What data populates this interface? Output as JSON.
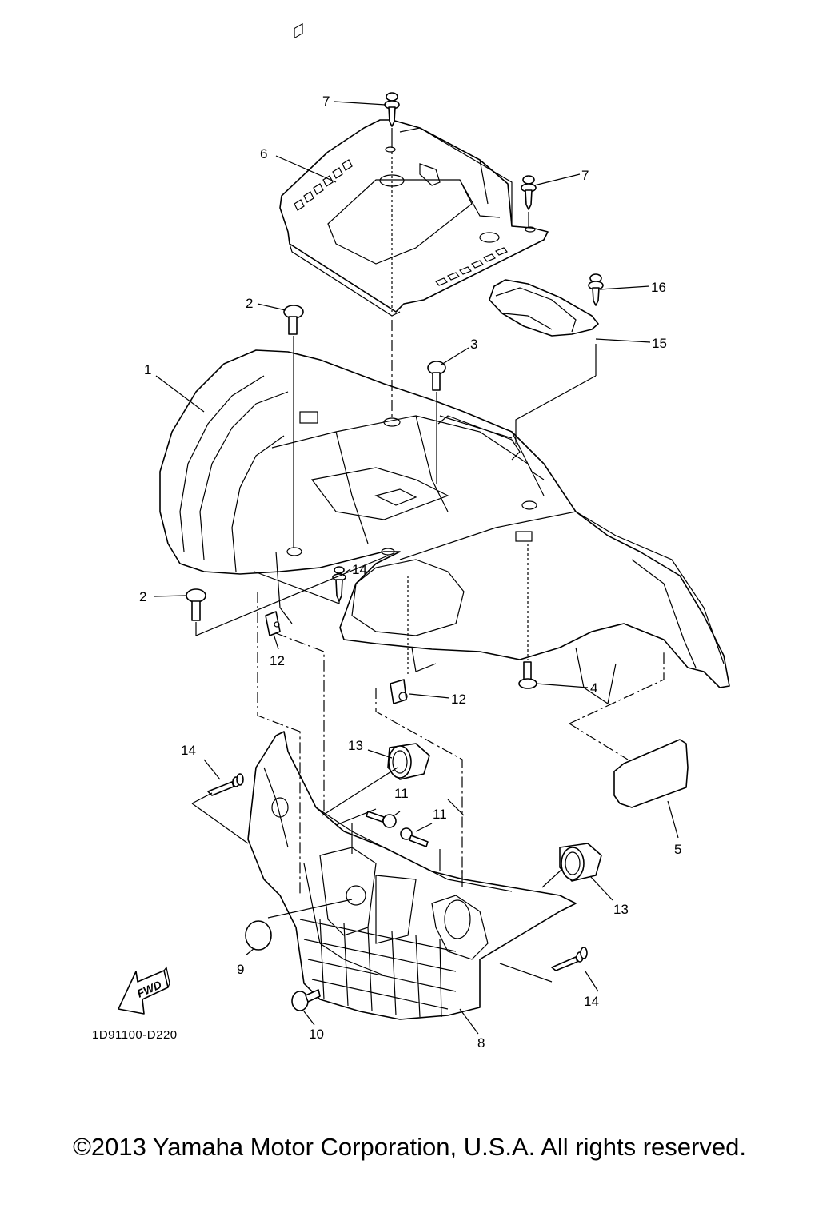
{
  "diagram": {
    "title": "Front Fender Assembly",
    "diagram_code": "1D91100-D220",
    "direction_indicator": "FWD",
    "callouts": [
      {
        "label": "1",
        "part": "front-fender"
      },
      {
        "label": "2",
        "part": "bolt-upper"
      },
      {
        "label": "2",
        "part": "bolt-lower"
      },
      {
        "label": "3",
        "part": "bolt-center"
      },
      {
        "label": "4",
        "part": "bolt-right"
      },
      {
        "label": "5",
        "part": "flap"
      },
      {
        "label": "6",
        "part": "front-carrier-cover"
      },
      {
        "label": "7",
        "part": "rivet-left"
      },
      {
        "label": "7",
        "part": "rivet-right"
      },
      {
        "label": "8",
        "part": "front-grille-guard"
      },
      {
        "label": "9",
        "part": "cap"
      },
      {
        "label": "10",
        "part": "bolt-grille"
      },
      {
        "label": "11",
        "part": "bolt-grille-left"
      },
      {
        "label": "11",
        "part": "bolt-grille-right"
      },
      {
        "label": "12",
        "part": "nut-clip-left"
      },
      {
        "label": "12",
        "part": "nut-clip-right"
      },
      {
        "label": "13",
        "part": "grommet-left"
      },
      {
        "label": "13",
        "part": "grommet-right"
      },
      {
        "label": "14",
        "part": "rivet-center"
      },
      {
        "label": "14",
        "part": "rivet-grille-left"
      },
      {
        "label": "14",
        "part": "rivet-grille-right"
      },
      {
        "label": "15",
        "part": "cover-bracket"
      },
      {
        "label": "16",
        "part": "rivet-bracket"
      }
    ]
  },
  "footer": {
    "copyright": "©2013 Yamaha Motor Corporation, U.S.A. All rights reserved."
  }
}
